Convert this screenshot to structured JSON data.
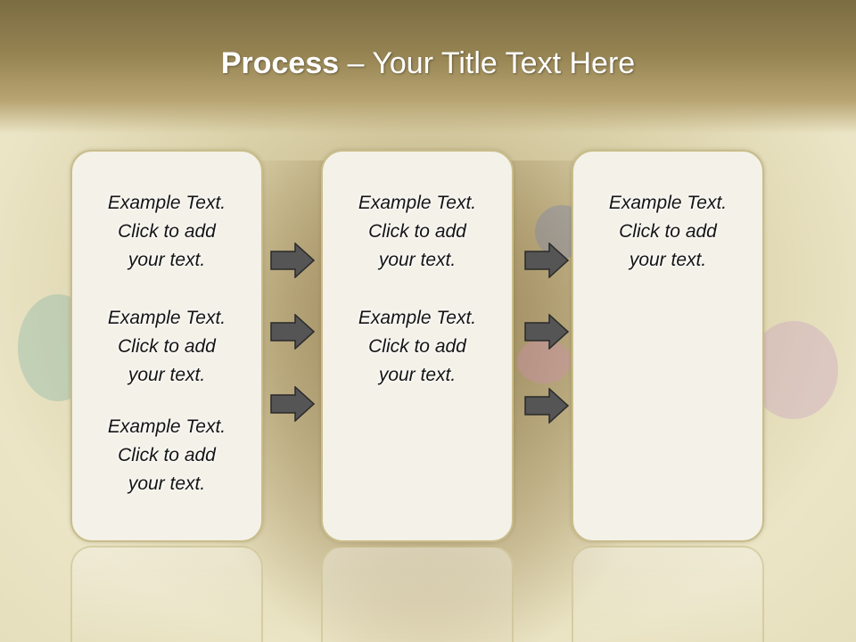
{
  "title": {
    "bold": "Process",
    "rest": " – Your Title Text Here"
  },
  "columns": [
    {
      "items": [
        "Example Text.\nClick  to add\nyour text.",
        "Example Text.\nClick  to add\nyour text.",
        "Example Text.\nClick  to add\nyour text."
      ]
    },
    {
      "items": [
        "Example Text.\nClick  to add\nyour text.",
        "Example Text.\nClick  to add\nyour text."
      ]
    },
    {
      "items": [
        "Example Text.\nClick  to add\nyour text."
      ]
    }
  ],
  "icons": {
    "arrow": "right-arrow-icon"
  },
  "colors": {
    "title_text": "#ffffff",
    "box_fill": "#f4f1e8",
    "box_border": "#c9bd8a",
    "arrow_fill": "#555555"
  }
}
